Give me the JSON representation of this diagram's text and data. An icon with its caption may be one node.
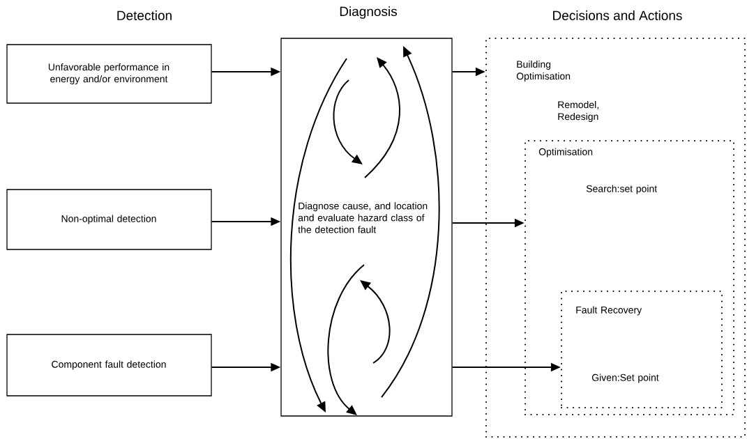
{
  "diagram": {
    "nodes": [
      {
        "text": [
          "Unfavorable performance in energy and/or environment"
        ]
      },
      {
        "text": [
          "Non-optimal detection"
        ]
      },
      {
        "text": [
          "Component fault detection"
        ]
      },
      {
        "text": [
          "Diagnose cause, and location and evaluate hazard class of the detection fault"
        ]
      },
      {
        "text": [
          "Building Optimisation",
          "Remodel, Redesign"
        ]
      },
      {
        "text": [
          "Optimisation",
          "Search:set point"
        ],
        "in": 4
      },
      {
        "text": [
          "Fault Recovery",
          "Given:Set point"
        ],
        "in": 5
      }
    ],
    "edges": [
      {
        "from": 0,
        "to": 3,
        "arrow": "to"
      },
      {
        "from": 1,
        "to": 3,
        "arrow": "to"
      },
      {
        "from": 2,
        "to": 3,
        "arrow": "to"
      },
      {
        "from": 3,
        "to": 4,
        "arrow": "to"
      },
      {
        "from": 3,
        "to": 5,
        "arrow": "to"
      },
      {
        "from": 3,
        "to": 6,
        "arrow": "to"
      }
    ],
    "labels": [
      "Detection",
      "Diagnosis",
      "Decisions and Actions"
    ]
  }
}
